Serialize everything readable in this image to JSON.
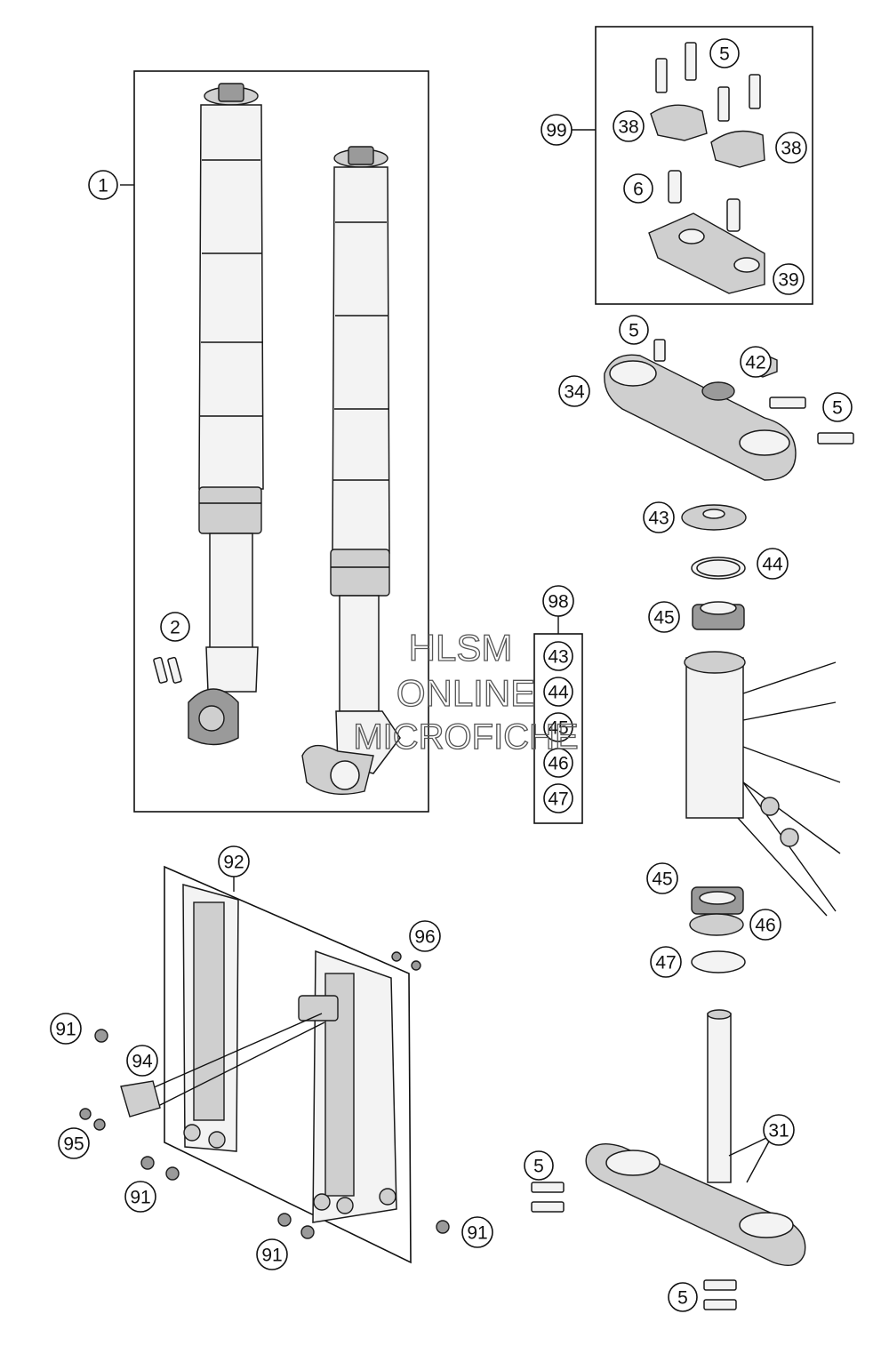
{
  "diagram": {
    "callouts": {
      "c1": "1",
      "c2": "2",
      "c99": "99",
      "c5a": "5",
      "c38a": "38",
      "c38b": "38",
      "c6": "6",
      "c39": "39",
      "c5b": "5",
      "c42": "42",
      "c34": "34",
      "c5c": "5",
      "c43": "43",
      "c44": "44",
      "c45a": "45",
      "c98": "98",
      "k43": "43",
      "k44": "44",
      "k45": "45",
      "k46": "46",
      "k47": "47",
      "c45b": "45",
      "c46": "46",
      "c47": "47",
      "c92": "92",
      "c96": "96",
      "c91a": "91",
      "c94": "94",
      "c95": "95",
      "c91b": "91",
      "c91c": "91",
      "c91d": "91",
      "c5d": "5",
      "c31": "31",
      "c5e": "5"
    },
    "watermark": {
      "line1": "HLSM",
      "line2": "ONLINE",
      "line3": "MICROFICHE"
    }
  }
}
